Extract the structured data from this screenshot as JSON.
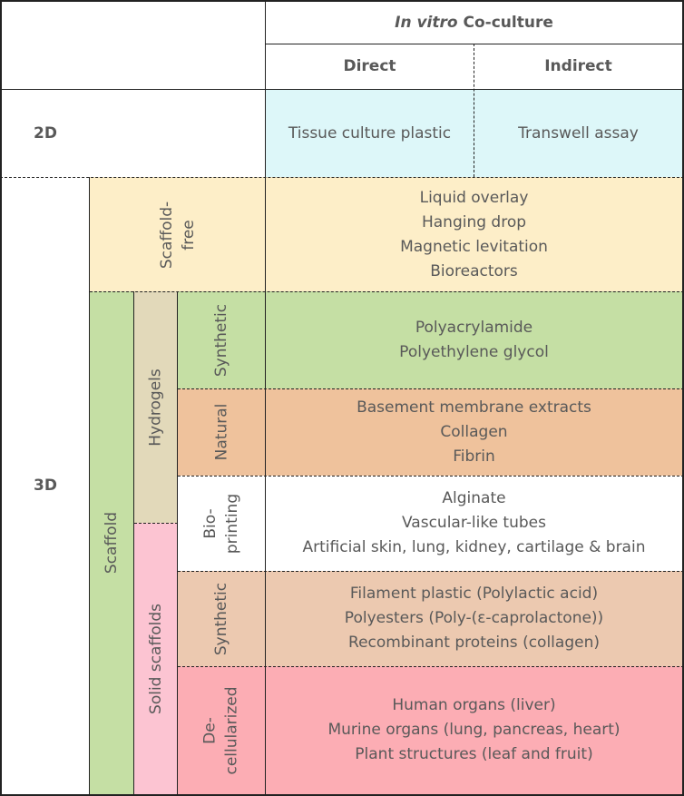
{
  "header": {
    "title_italic": "In vitro",
    "title_rest": " Co-culture",
    "direct": "Direct",
    "indirect": "Indirect"
  },
  "rows": {
    "label_2d": "2D",
    "label_3d": "3D",
    "direct_2d": "Tissue culture plastic",
    "indirect_2d": "Transwell assay"
  },
  "categories": {
    "scaffold_free": [
      "Scaffold-",
      "free"
    ],
    "scaffold": "Scaffold",
    "hydrogels": "Hydrogels",
    "solid_scaffolds": "Solid scaffolds",
    "synthetic_hydrogel": "Synthetic",
    "natural": "Natural",
    "bioprinting": [
      "Bio-",
      "printing"
    ],
    "synthetic_solid": "Synthetic",
    "decellularized": [
      "De-",
      "cellularized"
    ]
  },
  "items": {
    "scaffold_free": [
      "Liquid overlay",
      "Hanging drop",
      "Magnetic levitation",
      "Bioreactors"
    ],
    "synthetic_hydrogel": [
      "Polyacrylamide",
      "Polyethylene glycol"
    ],
    "natural": [
      "Basement membrane extracts",
      "Collagen",
      "Fibrin"
    ],
    "bioprinting": [
      "Alginate",
      "Vascular-like tubes",
      "Artificial skin, lung, kidney, cartilage & brain"
    ],
    "synthetic_solid": [
      "Filament plastic (Polylactic acid)",
      "Polyesters (Poly-(ε-caprolactone))",
      "Recombinant proteins (collagen)"
    ],
    "decellularized": [
      "Human organs (liver)",
      "Murine organs (lung, pancreas, heart)",
      "Plant structures (leaf and fruit)"
    ]
  },
  "colors": {
    "cyan": "#ddf7f9",
    "scaffold_free": "#fdeec8",
    "green": "#c5dfa4",
    "hydrogel_beige": "#e2d9ba",
    "natural": "#efc29c",
    "solid_pink": "#fcc4d2",
    "synthetic_solid": "#ecc9b0",
    "decellularized": "#fcadb4"
  }
}
